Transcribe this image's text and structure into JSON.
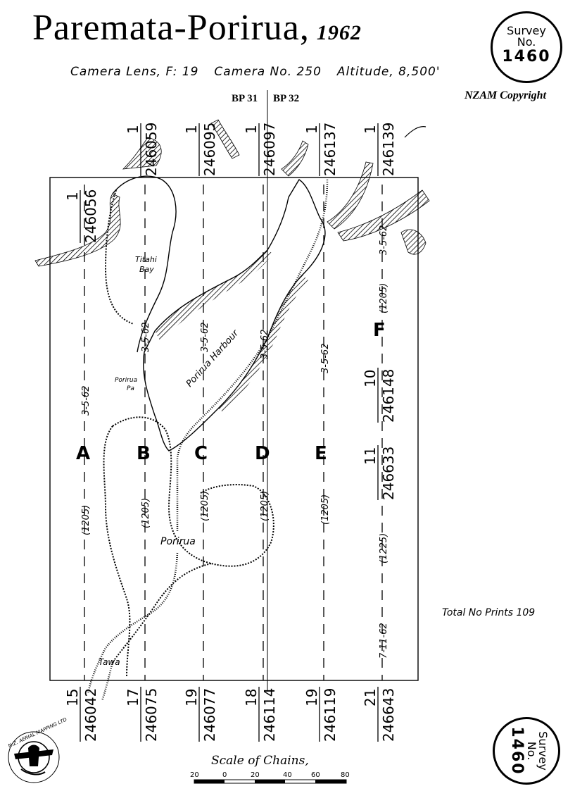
{
  "header": {
    "title": "Paremata-Porirua,",
    "year": "1962",
    "camera_lens": "Camera Lens, F: 19",
    "camera_no": "Camera No. 250",
    "altitude": "Altitude, 8,500'",
    "copyright": "NZAM Copyright",
    "bp_left": "BP 31",
    "bp_right": "BP 32"
  },
  "badge": {
    "line1": "Survey",
    "line2": "No.",
    "number": "1460"
  },
  "top_labels": [
    {
      "num": "1",
      "film": "246059"
    },
    {
      "num": "1",
      "film": "246095"
    },
    {
      "num": "1",
      "film": "246097"
    },
    {
      "num": "1",
      "film": "246137"
    },
    {
      "num": "1",
      "film": "246139"
    }
  ],
  "inner_top_label": {
    "num": "1",
    "film": "246056"
  },
  "bottom_labels": [
    {
      "num": "15",
      "film": "246042"
    },
    {
      "num": "17",
      "film": "246075"
    },
    {
      "num": "19",
      "film": "246077"
    },
    {
      "num": "18",
      "film": "246114"
    },
    {
      "num": "19",
      "film": "246119"
    },
    {
      "num": "21",
      "film": "246643"
    }
  ],
  "runs": [
    "A",
    "B",
    "C",
    "D",
    "E",
    "F"
  ],
  "run_dates": [
    "3-5-62",
    "3-5-62",
    "3-5-62",
    "3-5-62",
    "3-5-62",
    "3-5-62"
  ],
  "focal_labels": [
    "(1205)",
    "(1205)",
    "(1205)",
    "(1205)",
    "(1205)",
    "(1205)",
    "(1225)"
  ],
  "extra_date": "7-11-62",
  "mid_labels": [
    {
      "num": "10",
      "film": "246148"
    },
    {
      "num": "11",
      "film": "246633"
    }
  ],
  "places": {
    "titahi_1": "Titahi",
    "titahi_2": "Bay",
    "porirua_pa_1": "Porirua",
    "porirua_pa_2": "Pa",
    "harbour": "Porirua Harbour",
    "porirua": "Porirua",
    "tawa": "Tawa"
  },
  "total_prints": "Total No Prints 109",
  "scale": {
    "title": "Scale of Chains,",
    "ticks": [
      "20",
      "0",
      "20",
      "40",
      "60",
      "80"
    ]
  },
  "logo_text": "N.Z. AERIAL MAPPING LTD"
}
